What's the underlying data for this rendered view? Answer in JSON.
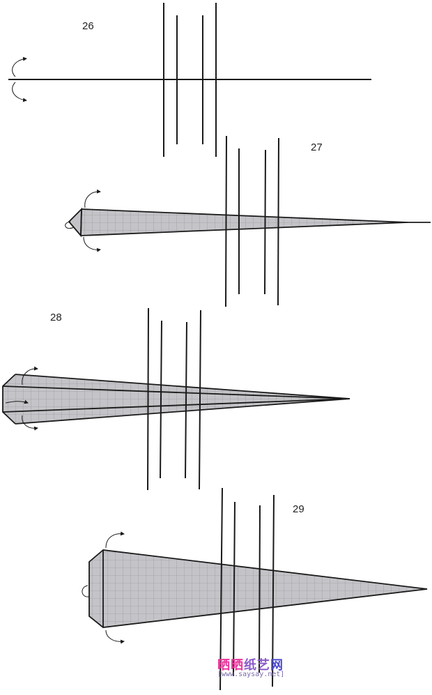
{
  "steps": [
    {
      "number": "26"
    },
    {
      "number": "27"
    },
    {
      "number": "28"
    },
    {
      "number": "29"
    }
  ],
  "watermark": {
    "chars": [
      "晒",
      "晒",
      "纸",
      "艺",
      "网"
    ],
    "url": "[www.saysay.net]",
    "colors": {
      "pink": "#e8359a",
      "blue": "#4a4ad0",
      "purple": "#8a5ac8"
    }
  },
  "colors": {
    "paper_fill": "#c4c4c8",
    "grid_line": "#8c8c90",
    "edge_line": "#1a1a1a"
  }
}
